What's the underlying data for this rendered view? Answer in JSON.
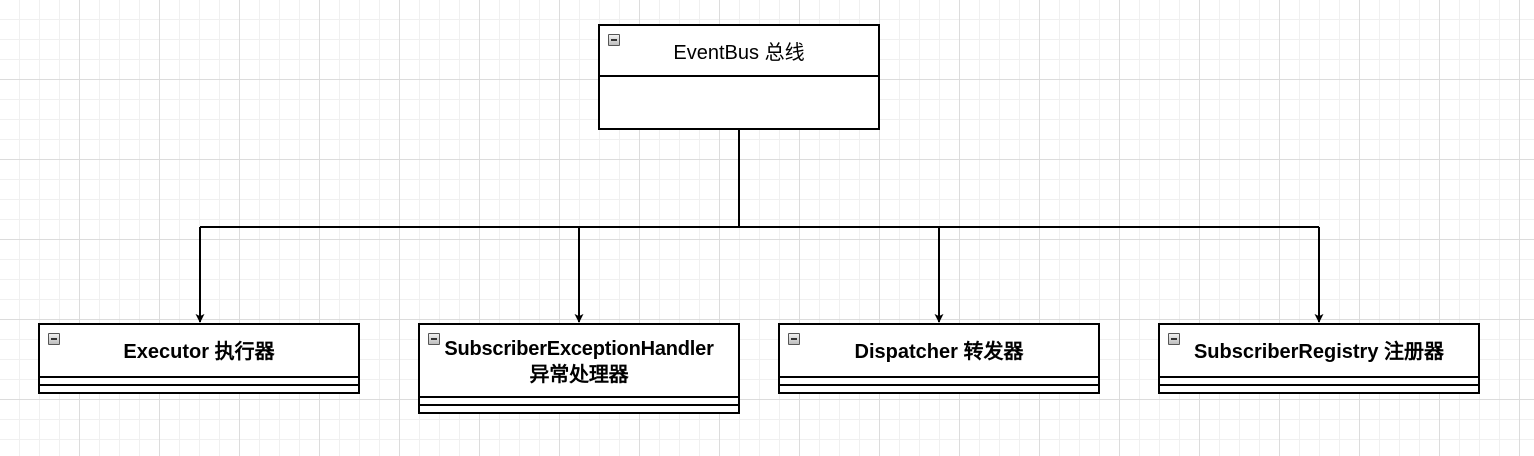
{
  "diagram": {
    "root": {
      "label": "EventBus 总线"
    },
    "children": [
      {
        "id": "executor",
        "label": "Executor 执行器"
      },
      {
        "id": "exception-handler",
        "label": "SubscriberExceptionHandler\n异常处理器"
      },
      {
        "id": "dispatcher",
        "label": "Dispatcher 转发器"
      },
      {
        "id": "registry",
        "label": "SubscriberRegistry 注册器"
      }
    ],
    "icons": {
      "collapse": "collapse-toggle-icon"
    },
    "colors": {
      "stroke": "#000000",
      "fill": "#ffffff",
      "grid": "#dcdcdc"
    }
  }
}
